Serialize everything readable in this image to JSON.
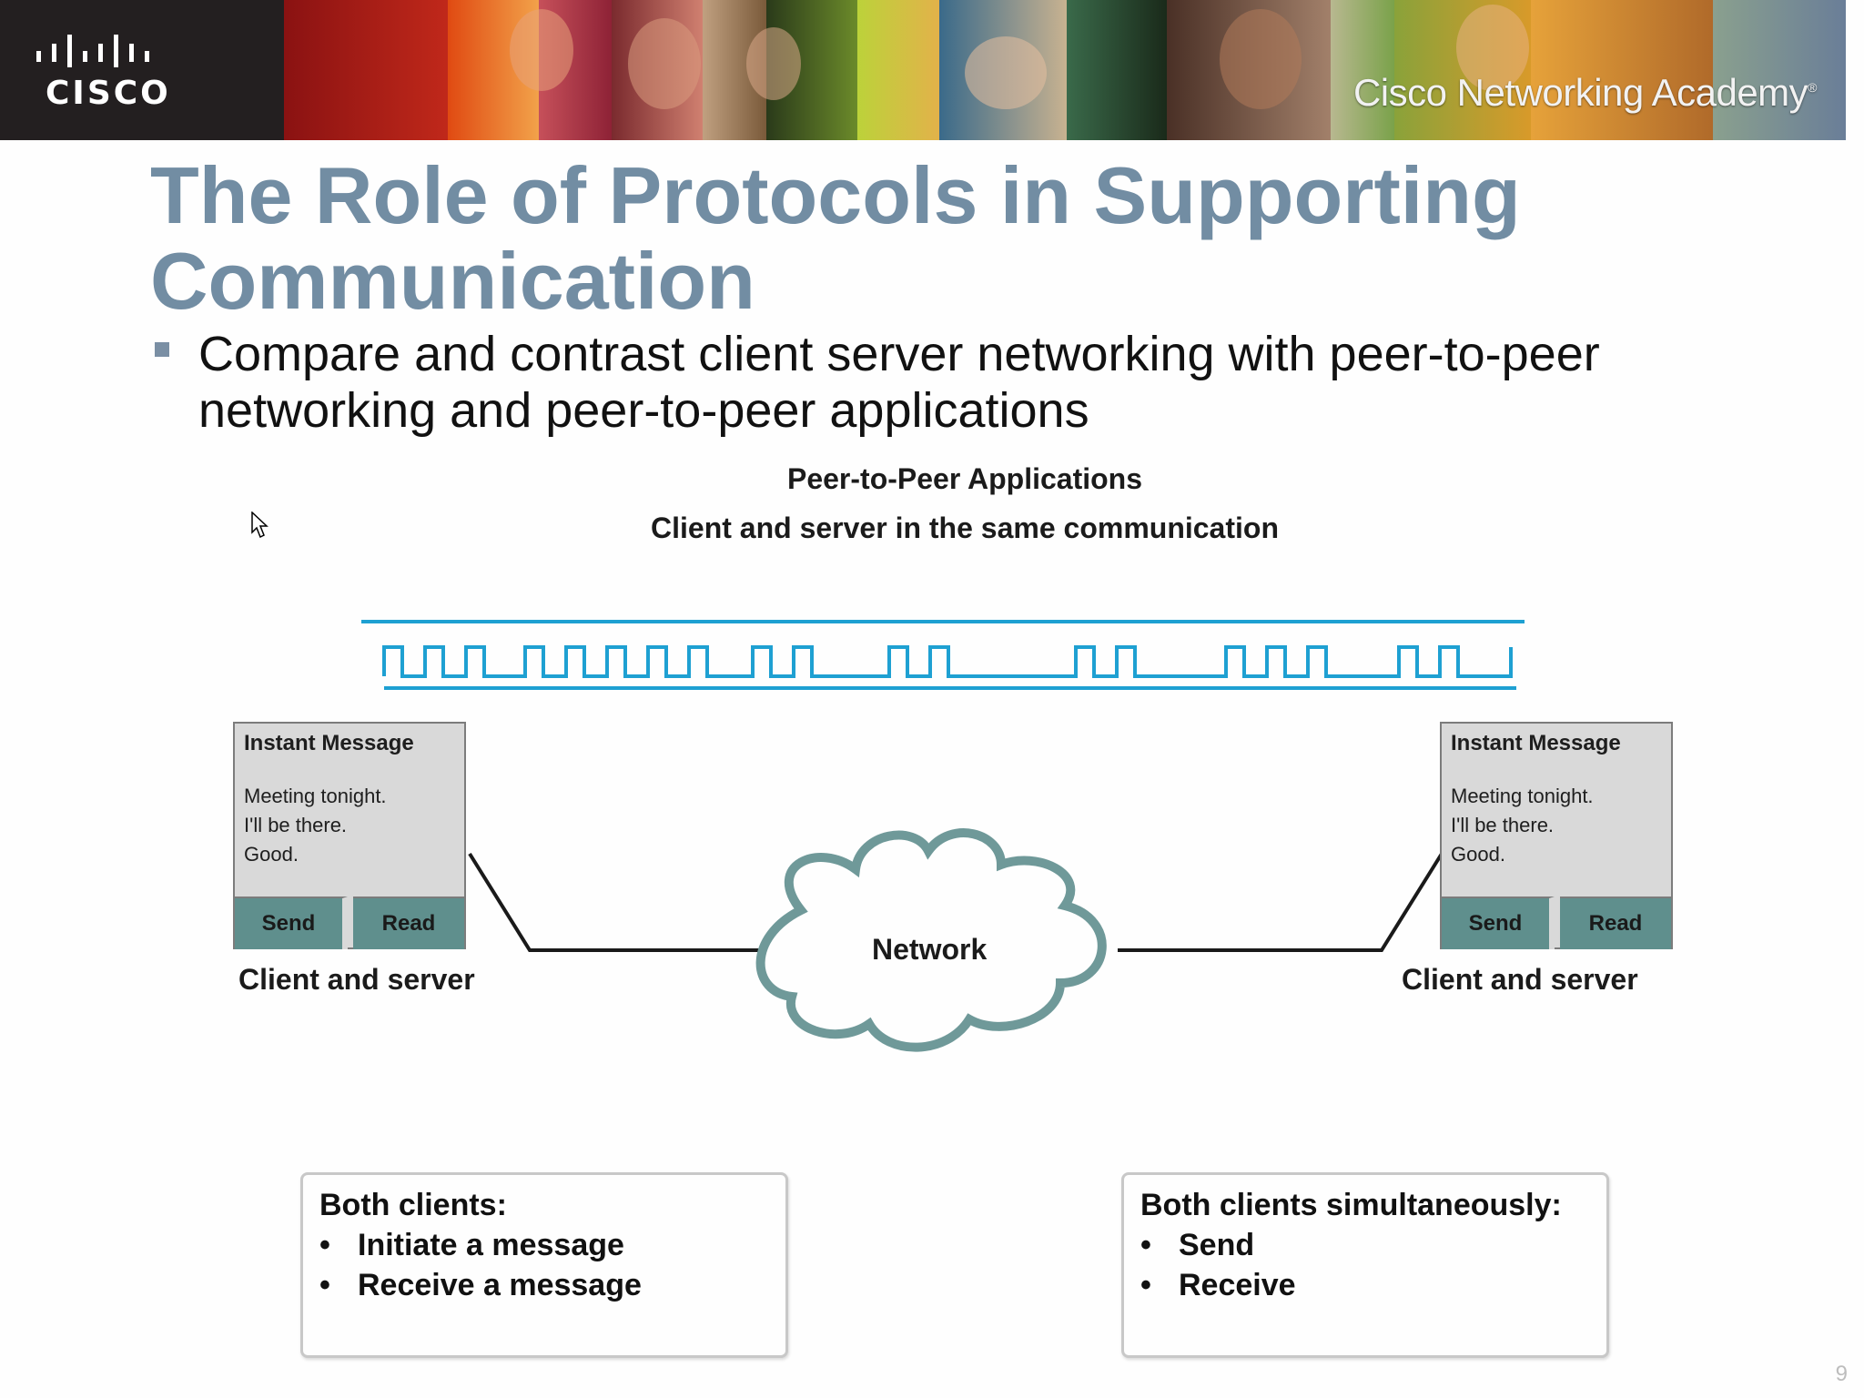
{
  "banner": {
    "logo_text": "CISCO",
    "academy_text": "Cisco Networking Academy",
    "academy_mark": "®"
  },
  "slide": {
    "title_line1": "The Role of Protocols in Supporting",
    "title_line2": "Communication",
    "bullet": "Compare and contrast client server networking with peer-to-peer networking and peer-to-peer applications",
    "page_number": "9"
  },
  "diagram": {
    "title": "Peer-to-Peer Applications",
    "subtitle": "Client and server in the same communication",
    "left_node": {
      "window_title": "Instant Message",
      "messages": [
        "Meeting tonight.",
        "I'll be there.",
        "Good."
      ],
      "send_label": "Send",
      "read_label": "Read",
      "caption": "Client and server"
    },
    "right_node": {
      "window_title": "Instant Message",
      "messages": [
        "Meeting tonight.",
        "I'll be there.",
        "Good."
      ],
      "send_label": "Send",
      "read_label": "Read",
      "caption": "Client and server"
    },
    "cloud_label": "Network",
    "note_left": {
      "heading": "Both clients:",
      "items": [
        "Initiate a message",
        "Receive a message"
      ]
    },
    "note_right": {
      "heading": "Both clients simultaneously:",
      "items": [
        "Send",
        "Receive"
      ]
    }
  },
  "colors": {
    "title": "#728da3",
    "signal": "#1ea0d2",
    "button": "#5f8f8d",
    "cloud": "#6f9999"
  },
  "icons": {
    "cursor": "mouse-pointer-icon",
    "logo": "cisco-logo-icon",
    "network": "cloud-icon"
  }
}
